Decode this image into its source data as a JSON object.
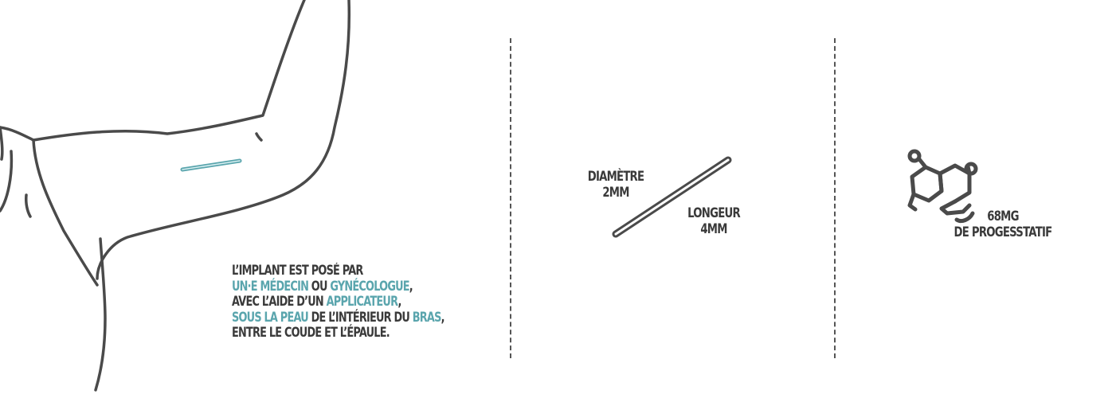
{
  "colors": {
    "ink": "#3a3a3a",
    "accent": "#5aa5ad"
  },
  "icons": {
    "arm": "arm-illustration",
    "rod": "implant-rod-icon",
    "molecule": "molecule-icon"
  },
  "caption": {
    "line1": "L’IMPLANT EST POSÉ PAR",
    "line2_hl1": "UN·E MÉDECIN",
    "line2_mid": " OU ",
    "line2_hl2": "GYNÉCOLOGUE",
    "line2_end": ",",
    "line3_pre": "AVEC L’AIDE D’UN ",
    "line3_hl": "APPLICATEUR",
    "line3_end": ",",
    "line4_hl1": "SOUS LA PEAU",
    "line4_mid": " DE L’INTÉRIEUR DU ",
    "line4_hl2": "BRAS",
    "line4_end": ",",
    "line5": "ENTRE LE COUDE ET L’ÉPAULE."
  },
  "dimensions": {
    "diameter_label": "DIAMÈTRE",
    "diameter_value": "2MM",
    "length_label": "LONGEUR",
    "length_value": "4MM"
  },
  "dose": {
    "amount": "68MG",
    "substance": "DE PROGESSTATIF"
  }
}
